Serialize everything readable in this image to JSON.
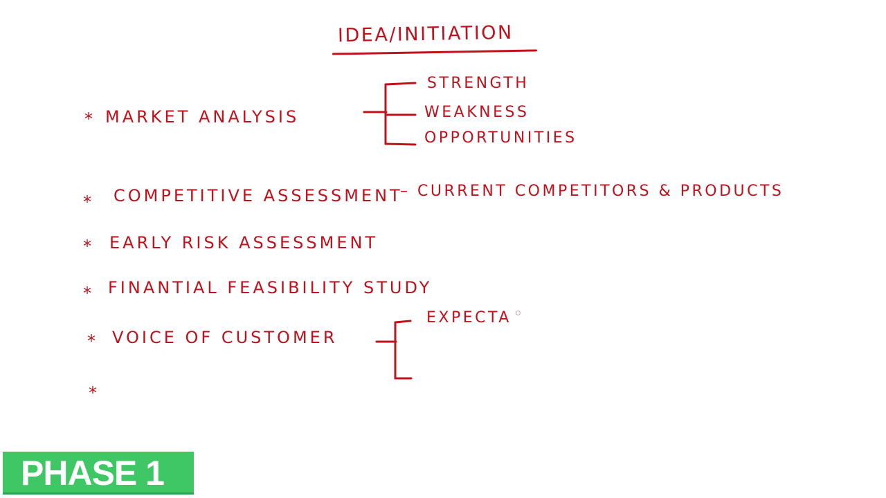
{
  "title": "IDEA/INITIATION",
  "bullet_symbol": "*",
  "items": [
    {
      "label": "MARKET ANALYSIS",
      "branches": [
        "STRENGTH",
        "WEAKNESS",
        "OPPORTUNITIES"
      ]
    },
    {
      "label": "COMPETITIVE ASSESSMENT",
      "note": "– CURRENT COMPETITORS & PRODUCTS"
    },
    {
      "label": "EARLY RISK ASSESSMENT"
    },
    {
      "label": "FINANTIAL FEASIBILITY STUDY"
    },
    {
      "label": "VOICE OF CUSTOMER",
      "branches": [
        "EXPECTA",
        "",
        ""
      ]
    },
    {
      "label": ""
    }
  ],
  "phase_badge": {
    "label": "PHASE 1",
    "color": "#3ec764"
  },
  "ink_color": "#c0121c"
}
